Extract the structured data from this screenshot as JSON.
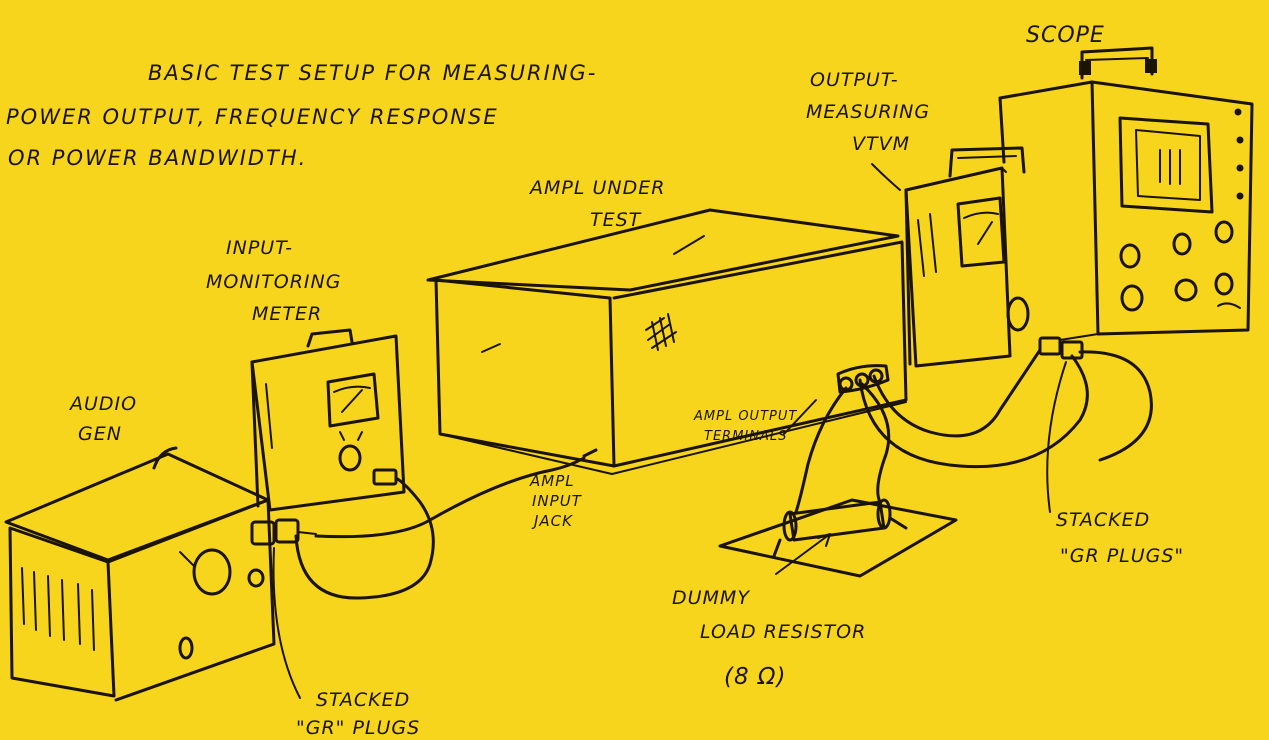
{
  "caption": {
    "line1": "BASIC TEST SETUP FOR MEASURING-",
    "line2": "POWER OUTPUT, FREQUENCY RESPONSE",
    "line3": "OR POWER BANDWIDTH."
  },
  "labels": {
    "scope": "SCOPE",
    "output_meter_1": "OUTPUT-",
    "output_meter_2": "MEASURING",
    "output_meter_3": "VTVM",
    "amp_under_test_1": "AMPL UNDER",
    "amp_under_test_2": "TEST",
    "input_meter_1": "INPUT-",
    "input_meter_2": "MONITORING",
    "input_meter_3": "METER",
    "audio_gen_1": "AUDIO",
    "audio_gen_2": "GEN",
    "input_jack_1": "AMPL",
    "input_jack_2": "INPUT",
    "input_jack_3": "JACK",
    "output_terminals_1": "AMPL OUTPUT",
    "output_terminals_2": "TERMINALS",
    "dummy_load_1": "DUMMY",
    "dummy_load_2": "LOAD RESISTOR",
    "dummy_load_3": "(8 Ω)",
    "stacked_right_1": "STACKED",
    "stacked_right_2": "\"GR PLUGS\"",
    "stacked_left_1": "STACKED",
    "stacked_left_2": "\"GR\" PLUGS"
  }
}
